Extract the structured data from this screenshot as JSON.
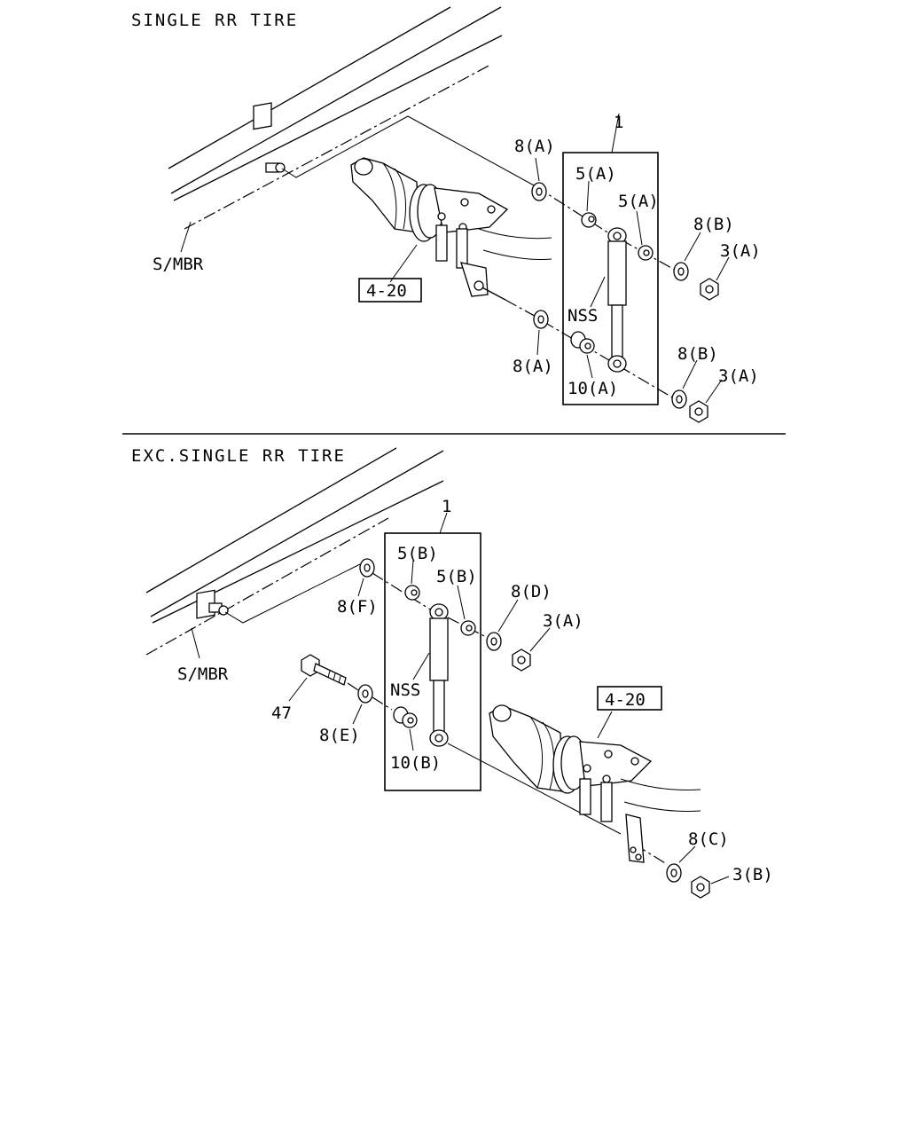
{
  "sections": [
    {
      "heading": "SINGLE RR TIRE",
      "labels": {
        "assembly": "1",
        "ref": "4-20",
        "smbr": "S/MBR",
        "nss": "NSS",
        "w8a_top": "8(A)",
        "b5a_left": "5(A)",
        "b5a_right": "5(A)",
        "w8b_top": "8(B)",
        "n3a_top": "3(A)",
        "w8a_bot": "8(A)",
        "b10a": "10(A)",
        "w8b_bot": "8(B)",
        "n3a_bot": "3(A)"
      }
    },
    {
      "heading": "EXC.SINGLE RR TIRE",
      "labels": {
        "assembly": "1",
        "ref": "4-20",
        "smbr": "S/MBR",
        "nss": "NSS",
        "w8f": "8(F)",
        "b5b_left": "5(B)",
        "b5b_right": "5(B)",
        "w8d": "8(D)",
        "n3a": "3(A)",
        "bolt47": "47",
        "w8e": "8(E)",
        "b10b": "10(B)",
        "w8c": "8(C)",
        "n3b": "3(B)"
      }
    }
  ]
}
